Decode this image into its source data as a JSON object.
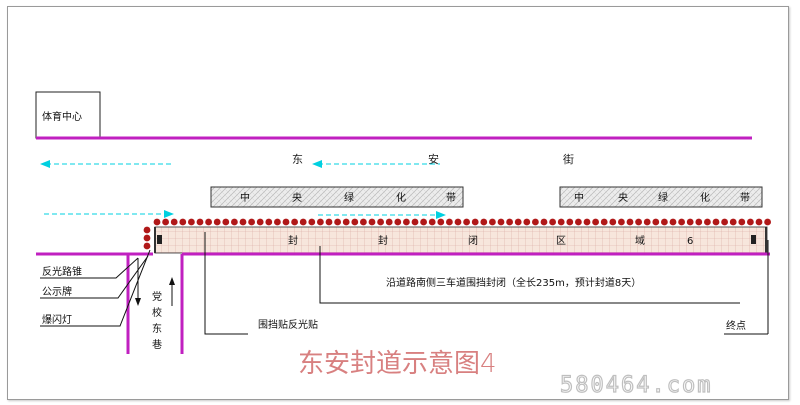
{
  "labels": {
    "sports_center": "体育中心",
    "road": [
      "东",
      "安",
      "街"
    ],
    "median": [
      "中",
      "央",
      "绿",
      "化",
      "带"
    ],
    "closure": [
      "封",
      "闭",
      "区",
      "域"
    ],
    "closure_area": "封",
    "closure_no": "6",
    "closure_desc": "沿道路南侧三车道围挡封闭（全长235m，预计封道8天）",
    "reflective_cone": "反光路锥",
    "notice_board": "公示牌",
    "flash_light": "爆闪灯",
    "barrier_reflector": "围挡贴反光贴",
    "side_street": "党校东巷",
    "end_point": "终点",
    "title": "东安封道示意图4",
    "watermark": "580464.com"
  },
  "colors": {
    "road_line": "#c020c0",
    "arrow": "#00d0e0",
    "cone": "#b01818",
    "closure_fill": "#f7e6dc",
    "title": "#d88080",
    "watermark": "#bfbfbf"
  }
}
